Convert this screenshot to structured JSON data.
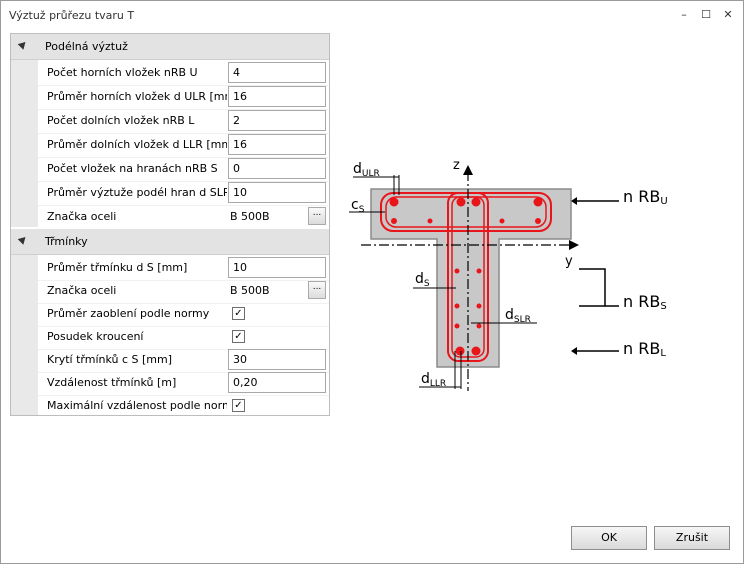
{
  "window": {
    "title": "Výztuž průřezu tvaru T",
    "minimize": "–",
    "maximize": "☐",
    "close": "✕"
  },
  "sections": [
    {
      "label": "Podélná výztuž",
      "rows": [
        {
          "label": "Počet horních vložek nRB U",
          "value": "4"
        },
        {
          "label": "Průměr horních vložek d ULR [mm]",
          "value": "16"
        },
        {
          "label": "Počet dolních vložek nRB L",
          "value": "2"
        },
        {
          "label": "Průměr dolních vložek d LLR [mm]",
          "value": "16"
        },
        {
          "label": "Počet vložek na hranách nRB S",
          "value": "0"
        },
        {
          "label": "Průměr výztuže podél hran d SLR",
          "value": "10"
        },
        {
          "label": "Značka oceli",
          "value": "B 500B",
          "button": "..."
        }
      ]
    },
    {
      "label": "Třmínky",
      "rows": [
        {
          "label": "Průměr třmínku d S [mm]",
          "value": "10"
        },
        {
          "label": "Značka oceli",
          "value": "B 500B",
          "button": "..."
        },
        {
          "label": "Průměr zaoblení podle normy",
          "checked": "✓"
        },
        {
          "label": "Posudek kroucení",
          "checked": "✓"
        },
        {
          "label": "Krytí třmínků c S [mm]",
          "value": "30"
        },
        {
          "label": "Vzdálenost třmínků [m]",
          "value": "0,20"
        },
        {
          "label": "Maximální vzdálenost podle normy",
          "checked": "✓"
        }
      ]
    }
  ],
  "diagram": {
    "axis_z": "z",
    "axis_y": "y",
    "d_ulr": "d",
    "d_ulr_sub": "ULR",
    "c_s": "c",
    "c_s_sub": "S",
    "d_s": "d",
    "d_s_sub": "S",
    "d_slr": "d",
    "d_slr_sub": "SLR",
    "d_llr": "d",
    "d_llr_sub": "LLR",
    "nrb_u": "n RB",
    "nrb_u_sub": "U",
    "nrb_s": "n RB",
    "nrb_s_sub": "S",
    "nrb_l": "n RB",
    "nrb_l_sub": "L"
  },
  "buttons": {
    "ok": "OK",
    "cancel": "Zrušit"
  },
  "colors": {
    "rebar": "#e8151b",
    "concrete": "#c8c8c8"
  }
}
